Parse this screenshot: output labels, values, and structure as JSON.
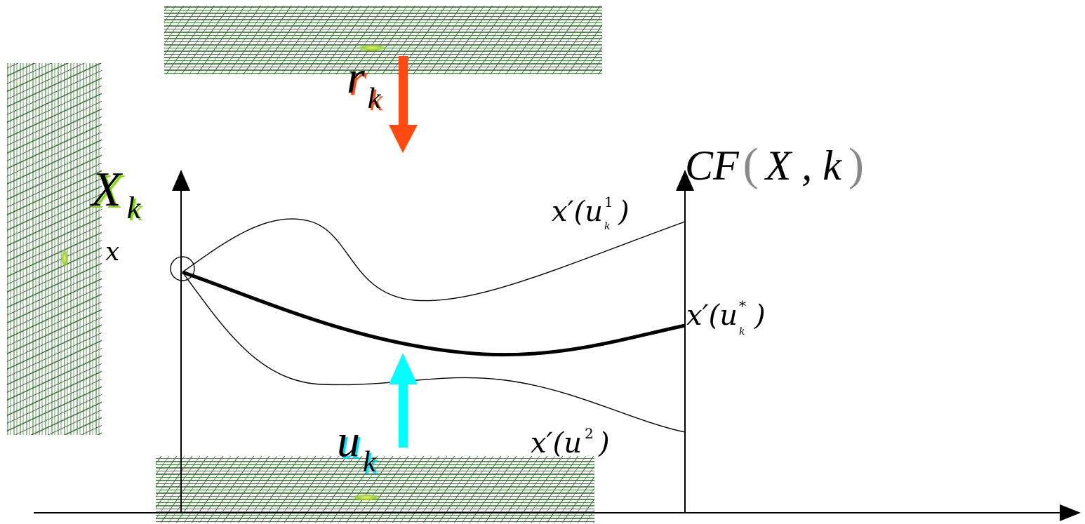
{
  "colors": {
    "ref_arrow": "#ff4a14",
    "control_arrow": "#00ffff",
    "field_stripe": "#2f6e2a",
    "field_highlight": "#e6e24a",
    "axis": "#000000",
    "curve": "#000000"
  },
  "labels": {
    "reference": {
      "main": "r",
      "sub": "k"
    },
    "control": {
      "main": "u",
      "sub": "k"
    },
    "state": {
      "main": "X",
      "sub": "k"
    },
    "initial_state": "x",
    "cost_function": "CF",
    "cost_args": "X , k",
    "trajectory_upper": {
      "prefix": "x′(u",
      "sup": "1",
      "sub": "k",
      "suffix": ")"
    },
    "trajectory_optimal": {
      "prefix": "x′(u",
      "sup": "*",
      "sub": "k",
      "suffix": ")"
    },
    "trajectory_lower": {
      "prefix": "x′(u",
      "sup": "2",
      "suffix": ")"
    }
  },
  "icons": {
    "start_marker": "circle-icon",
    "reference_arrow": "arrow-down-icon",
    "control_arrow": "arrow-up-icon"
  }
}
